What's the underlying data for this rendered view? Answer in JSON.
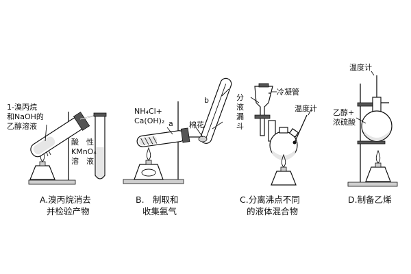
{
  "panels": {
    "a": {
      "caption_line1": "A.溴丙烷消去",
      "caption_line2": "并检验产物",
      "reagent_line1": "1-溴丙烷",
      "reagent_line2": "和NaOH的",
      "reagent_line3": "乙醇溶液",
      "tube_line1": "酸　性",
      "tube_line2": "KMnO₄",
      "tube_line3": "溶　液"
    },
    "b": {
      "caption_line1": "B.　制取和",
      "caption_line2": "收集氨气",
      "reagent_line1": "NH₄Cl+",
      "reagent_line2": "Ca(OH)₂",
      "label_a": "a",
      "label_b": "b",
      "label_cotton": "棉花"
    },
    "c": {
      "caption_line1": "C.分离沸点不同",
      "caption_line2": "的液体混合物",
      "label_funnel_1": "分",
      "label_funnel_2": "液",
      "label_funnel_3": "漏",
      "label_funnel_4": "斗",
      "label_condenser": "冷凝管",
      "label_thermometer": "温度计"
    },
    "d": {
      "caption": "D.制备乙烯",
      "label_thermometer": "温度计",
      "reagent_line1": "乙醇+",
      "reagent_line2": "浓硫酸"
    }
  }
}
